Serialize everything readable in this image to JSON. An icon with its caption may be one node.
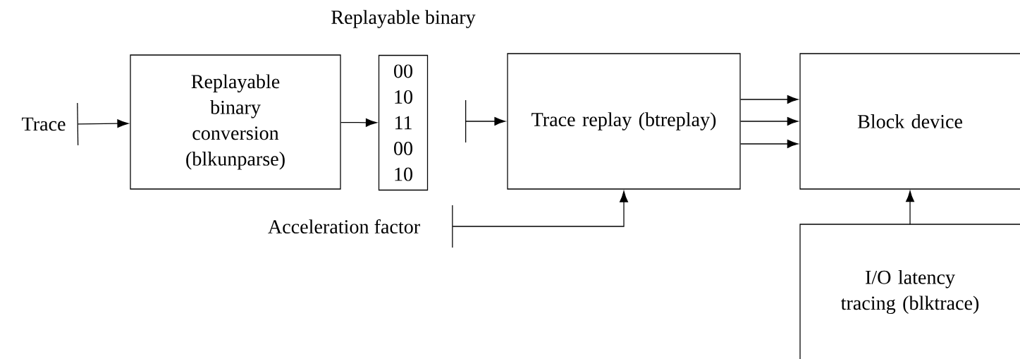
{
  "diagram": {
    "nodes": [
      {
        "text": [
          "Trace"
        ]
      },
      {
        "text": [
          "Replayable binary conversion (blkunparse)"
        ]
      },
      {
        "text": [
          "00 10 11 00 10"
        ],
        "beside": [
          "Replayable binary"
        ]
      },
      {
        "text": [
          "Trace replay (btreplay)"
        ]
      },
      {
        "text": [
          "Block device"
        ]
      },
      {
        "text": [
          "I/O latency tracing (blktrace)"
        ]
      },
      {
        "text": [
          "Acceleration factor"
        ]
      }
    ],
    "edges": [
      {
        "from": 0,
        "to": 1,
        "arrow": "to"
      },
      {
        "from": 1,
        "to": 2,
        "arrow": "to"
      },
      {
        "from": null,
        "to": 3,
        "arrow": "to"
      },
      {
        "from": 3,
        "to": 4,
        "arrow": "to"
      },
      {
        "from": 3,
        "to": 4,
        "arrow": "to"
      },
      {
        "from": 3,
        "to": 4,
        "arrow": "to"
      },
      {
        "from": 6,
        "to": 3,
        "arrow": "to"
      },
      {
        "from": 5,
        "to": 4,
        "arrow": "to"
      }
    ]
  }
}
